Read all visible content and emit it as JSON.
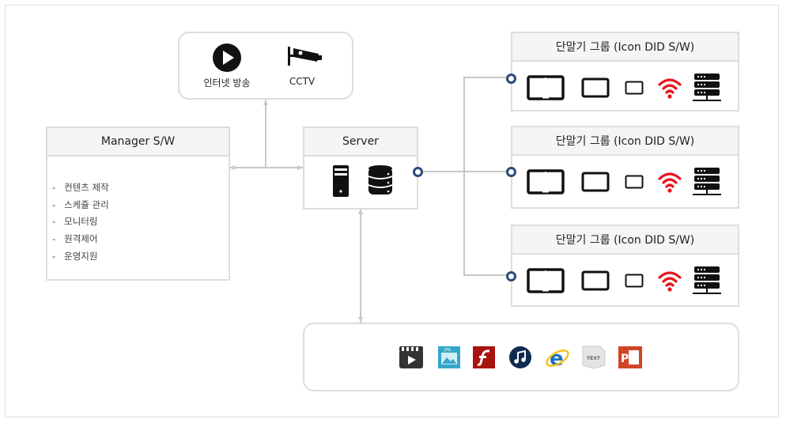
{
  "media_box": {
    "items": [
      {
        "label": "인터넷 방송",
        "icon": "play-icon"
      },
      {
        "label": "CCTV",
        "icon": "cctv-camera-icon"
      }
    ]
  },
  "manager": {
    "title": "Manager S/W",
    "items": [
      "컨텐츠 제작",
      "스케쥴 관리",
      "모니터링",
      "원격제어",
      "운영지원"
    ]
  },
  "server": {
    "title": "Server",
    "icons": [
      "server-tower-icon",
      "database-icon"
    ]
  },
  "device_groups": [
    {
      "title": "단말기 그룹 (Icon DID S/W)"
    },
    {
      "title": "단말기 그룹 (Icon DID S/W)"
    },
    {
      "title": "단말기 그룹 (Icon DID S/W)"
    }
  ],
  "device_icons": [
    "large-tablet-icon",
    "medium-tablet-icon",
    "small-tablet-icon",
    "wifi-icon",
    "server-rack-icon"
  ],
  "content_types": [
    "video-icon",
    "jpg-image-icon",
    "flash-icon",
    "music-icon",
    "internet-explorer-icon",
    "text-file-icon",
    "powerpoint-icon"
  ],
  "colors": {
    "connector": "#2a4a7a",
    "wifi": "#e8141c",
    "border": "#dddddd",
    "header_bg": "#f5f5f5"
  }
}
